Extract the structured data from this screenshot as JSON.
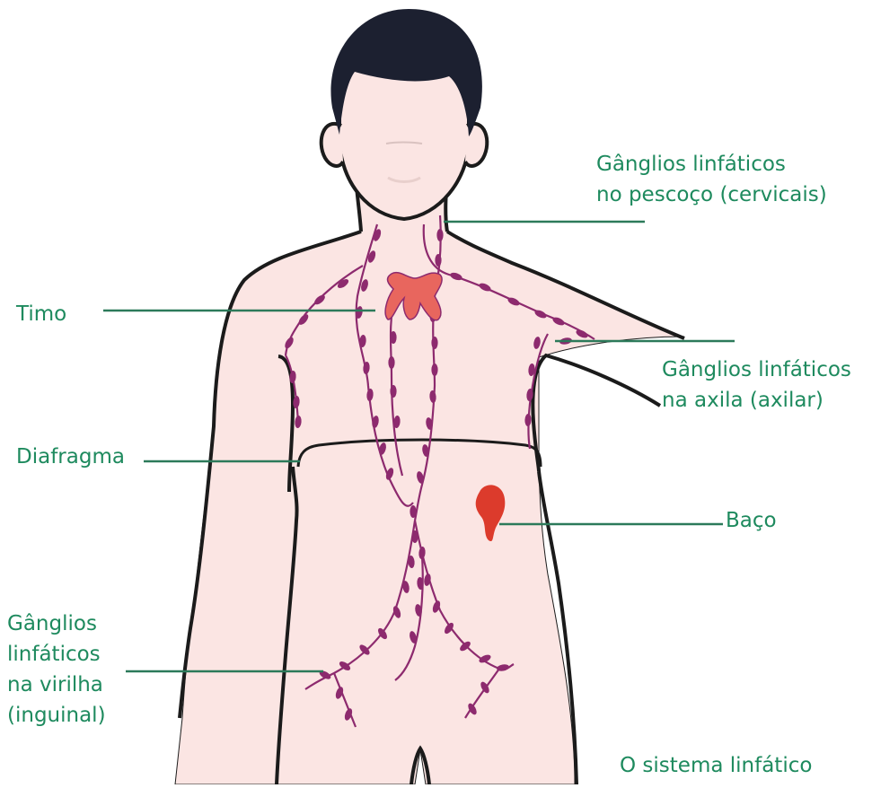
{
  "colors": {
    "skin": "#fbe5e3",
    "outline": "#1b1b1b",
    "hair": "#1c2030",
    "lymph": "#8d2a6e",
    "label_green": "#1e8a5e",
    "leader_line": "#2c7a5a",
    "thymus": "#e8665e",
    "spleen": "#dc3b2c"
  },
  "labels": {
    "cervical": [
      "Gânglios linfáticos",
      "no pescoço (cervicais)"
    ],
    "timo": "Timo",
    "axilar": [
      "Gânglios linfáticos",
      "na axila (axilar)"
    ],
    "diafragma": "Diafragma",
    "baco": "Baço",
    "inguinal": [
      "Gânglios",
      "linfáticos",
      "na virilha",
      "(inguinal)"
    ]
  },
  "caption": "O sistema linfático",
  "icons": [
    "body-figure-icon",
    "thymus-icon",
    "spleen-icon",
    "lymph-node-icon"
  ]
}
